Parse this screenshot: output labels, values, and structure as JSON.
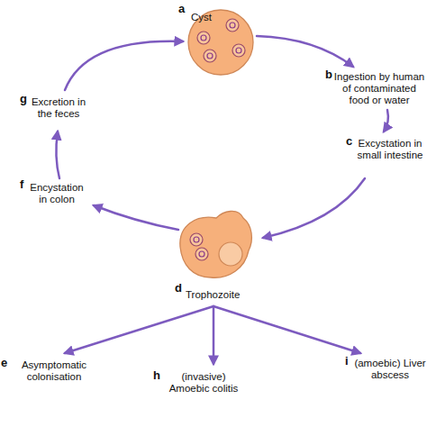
{
  "diagram": {
    "nodes": [
      {
        "text": [
          "a",
          "Cyst"
        ]
      },
      {
        "text": [
          "d",
          "Trophozoite"
        ]
      }
    ],
    "labels": [
      "b",
      "Ingestion by human of contaminated food or water",
      "c",
      "Excystation in small intestine",
      "e",
      "Asymptomatic colonisation",
      "f",
      "Encystation in colon",
      "g",
      "Excretion in the feces",
      "h",
      "(invasive) Amoebic colitis",
      "i",
      "(amoebic) Liver abscess"
    ]
  }
}
